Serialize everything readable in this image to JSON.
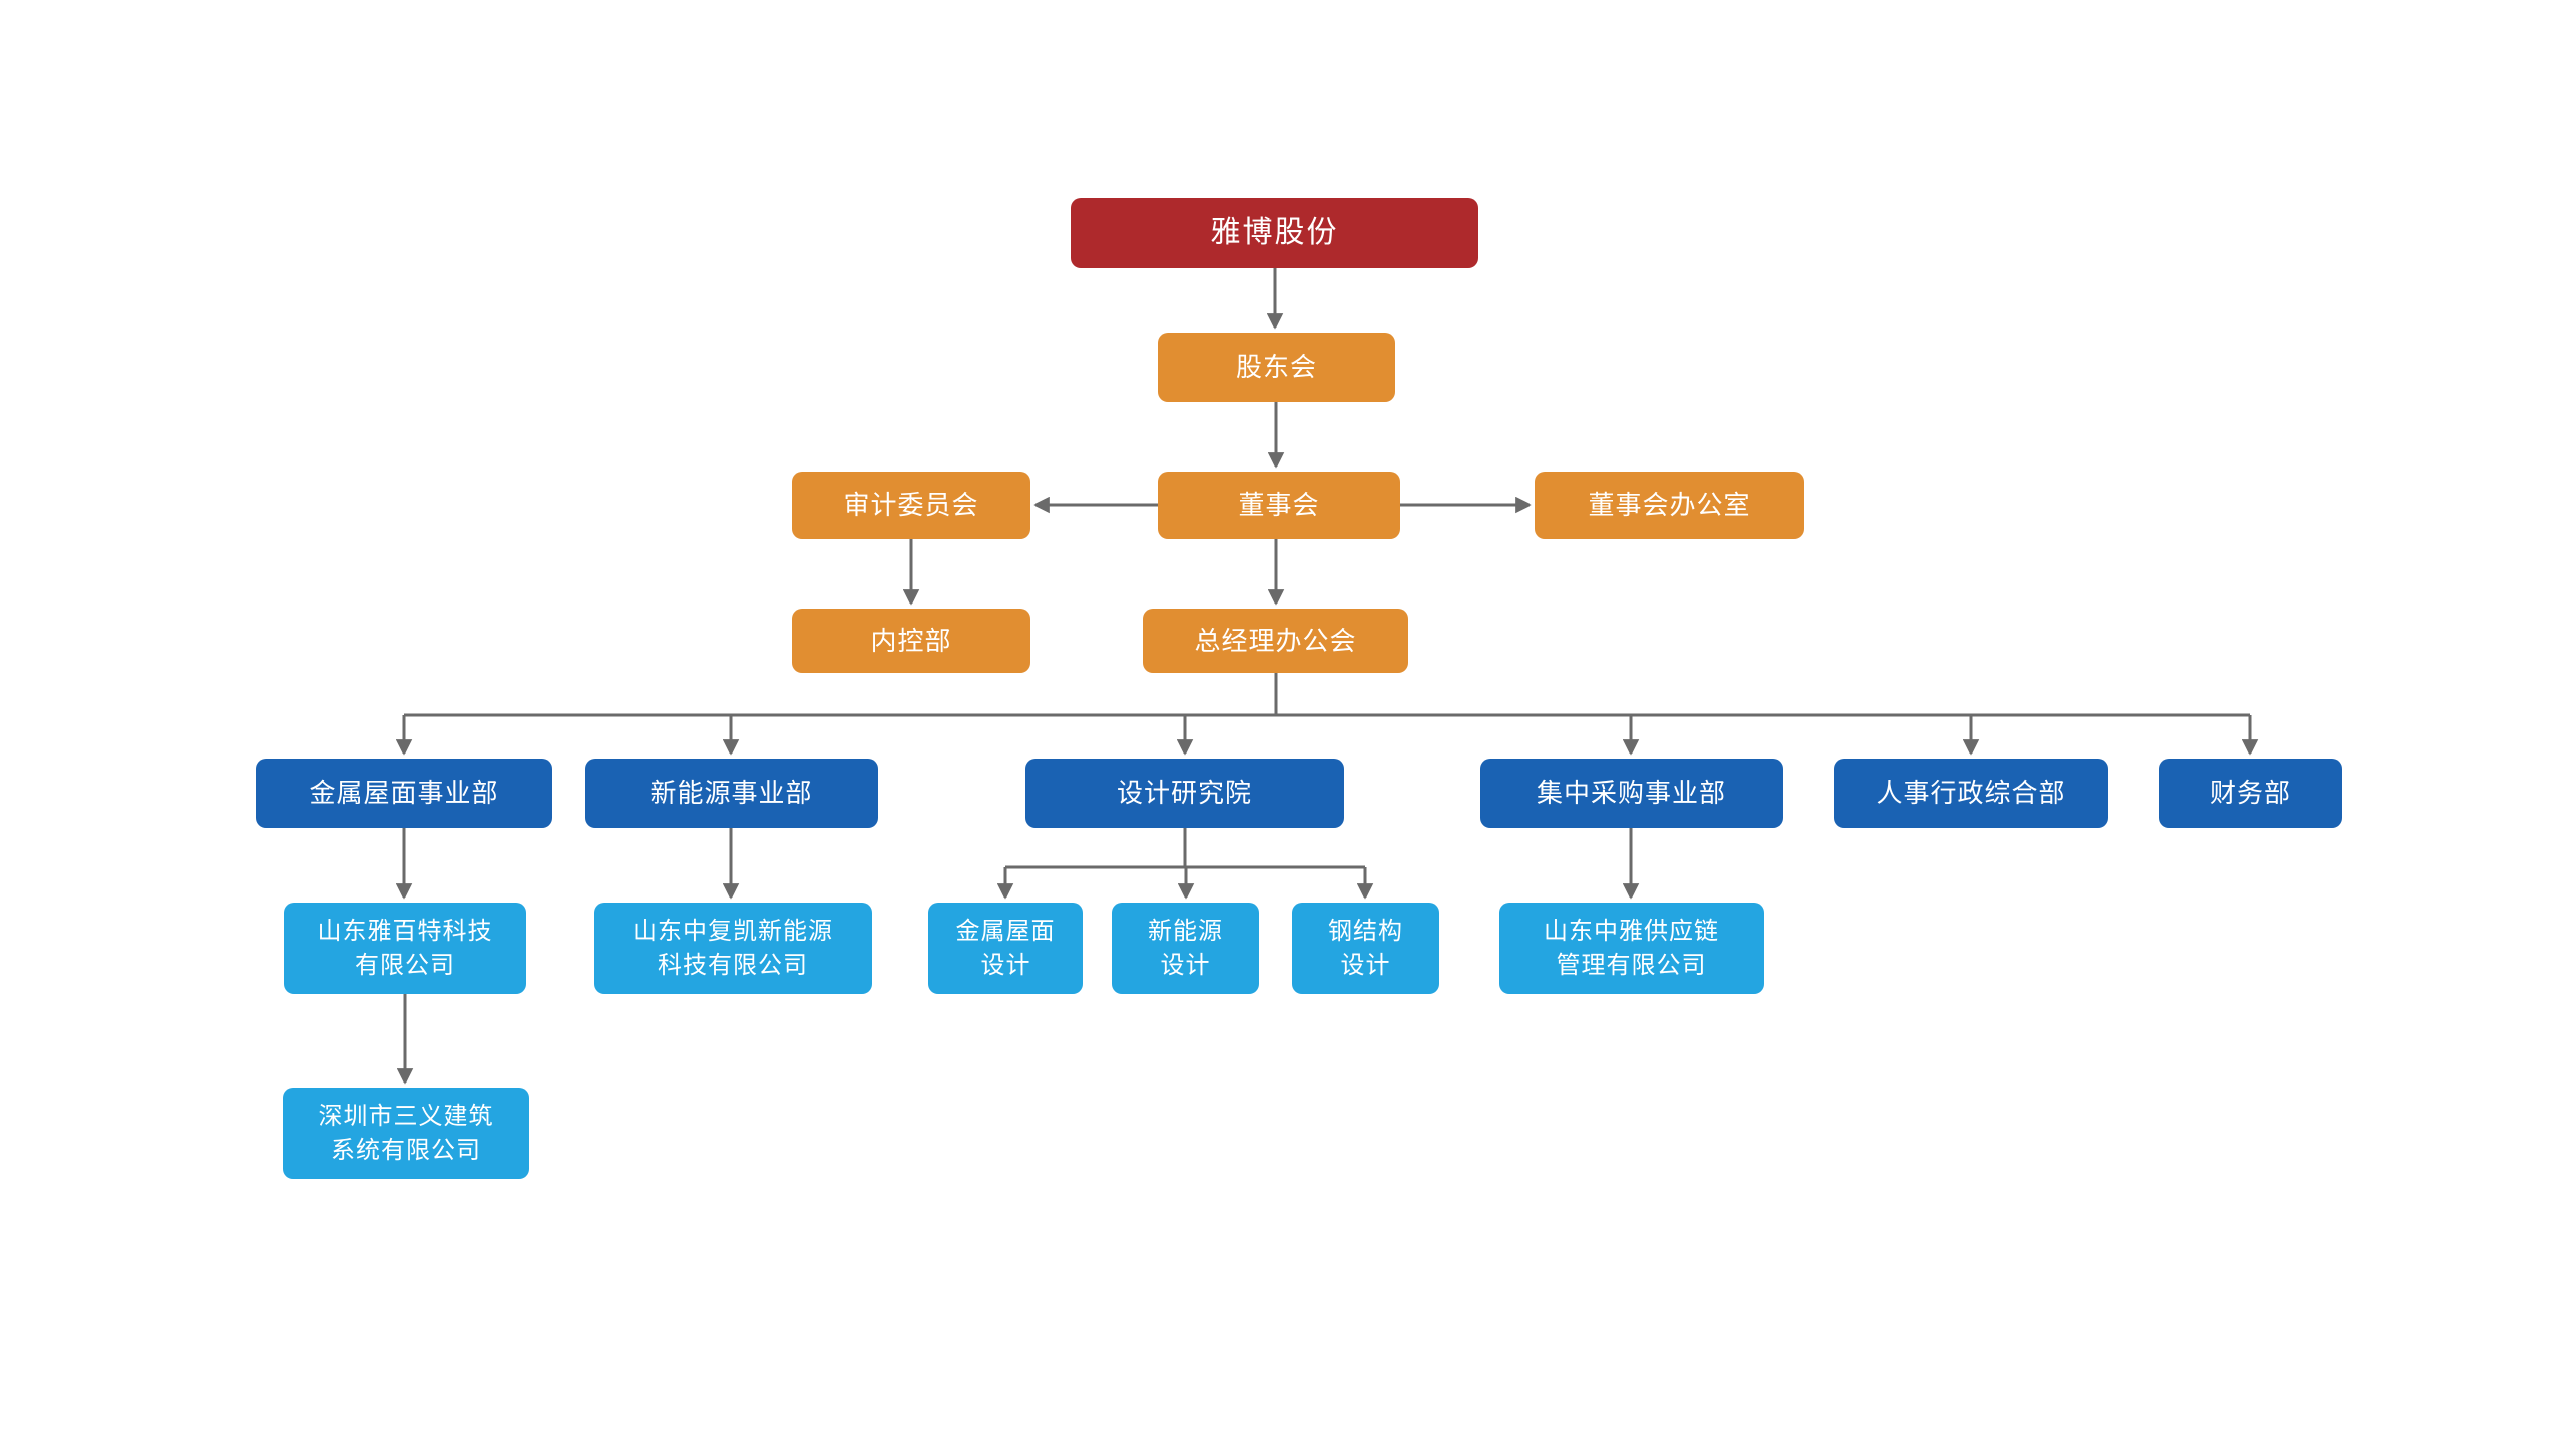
{
  "diagram": {
    "type": "org-chart",
    "background": "#ffffff"
  },
  "colors": {
    "root_box": "#AE292C",
    "governance_box": "#E18E31",
    "department_box": "#1A62B3",
    "subsidiary_box": "#24A5E1",
    "connector": "#6A6A6A",
    "text": "#ffffff"
  },
  "nodes": {
    "yabo": {
      "label": "雅博股份"
    },
    "gudonghui": {
      "label": "股东会"
    },
    "shenji": {
      "label": "审计委员会"
    },
    "dongshihui": {
      "label": "董事会"
    },
    "dshbgs": {
      "label": "董事会办公室"
    },
    "neikongbu": {
      "label": "内控部"
    },
    "zjlbgh": {
      "label": "总经理办公会"
    },
    "jswmsyb": {
      "label": "金属屋面事业部"
    },
    "xnysyb": {
      "label": "新能源事业部"
    },
    "sjyjy": {
      "label": "设计研究院"
    },
    "jzcgsyb": {
      "label": "集中采购事业部"
    },
    "rsxzzhb": {
      "label": "人事行政综合部"
    },
    "cwb": {
      "label": "财务部"
    },
    "ybtkj": {
      "label": "山东雅百特科技\n有限公司"
    },
    "zfkxny": {
      "label": "山东中复凯新能源\n科技有限公司"
    },
    "jswmsj": {
      "label": "金属屋面\n设计"
    },
    "xnysj": {
      "label": "新能源\n设计"
    },
    "gjgsj": {
      "label": "钢结构\n设计"
    },
    "zygyl": {
      "label": "山东中雅供应链\n管理有限公司"
    },
    "sanyi": {
      "label": "深圳市三义建筑\n系统有限公司"
    }
  },
  "edges": [
    {
      "from": "yabo",
      "to": "gudonghui"
    },
    {
      "from": "gudonghui",
      "to": "dongshihui"
    },
    {
      "from": "dongshihui",
      "to": "shenji"
    },
    {
      "from": "dongshihui",
      "to": "dshbgs"
    },
    {
      "from": "shenji",
      "to": "neikongbu"
    },
    {
      "from": "dongshihui",
      "to": "zjlbgh"
    },
    {
      "from": "zjlbgh",
      "to": "jswmsyb"
    },
    {
      "from": "zjlbgh",
      "to": "xnysyb"
    },
    {
      "from": "zjlbgh",
      "to": "sjyjy"
    },
    {
      "from": "zjlbgh",
      "to": "jzcgsyb"
    },
    {
      "from": "zjlbgh",
      "to": "rsxzzhb"
    },
    {
      "from": "zjlbgh",
      "to": "cwb"
    },
    {
      "from": "jswmsyb",
      "to": "ybtkj"
    },
    {
      "from": "ybtkj",
      "to": "sanyi"
    },
    {
      "from": "xnysyb",
      "to": "zfkxny"
    },
    {
      "from": "sjyjy",
      "to": "jswmsj"
    },
    {
      "from": "sjyjy",
      "to": "xnysj"
    },
    {
      "from": "sjyjy",
      "to": "gjgsj"
    },
    {
      "from": "jzcgsyb",
      "to": "zygyl"
    }
  ]
}
